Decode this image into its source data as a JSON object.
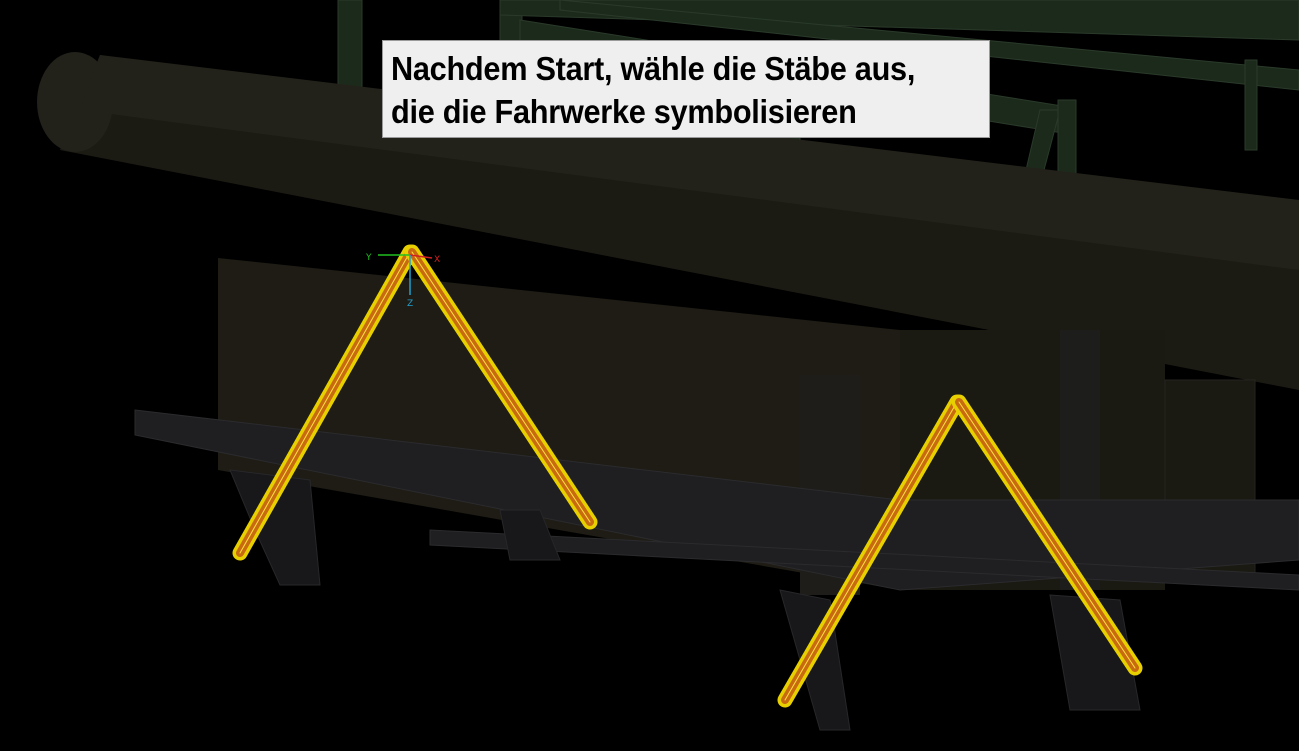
{
  "viewport": {
    "background": "#000000",
    "selection_color": "#e8d000",
    "member_fill": "#c86a10"
  },
  "callout": {
    "line1": "Nachdem Start, wähle die Stäbe aus,",
    "line2": "die die Fahrwerke symbolisieren"
  },
  "axis_triad": {
    "x_label": "X",
    "y_label": "Y",
    "z_label": "Z",
    "x_color": "#d02020",
    "y_color": "#20c020",
    "z_color": "#20a0d0"
  }
}
